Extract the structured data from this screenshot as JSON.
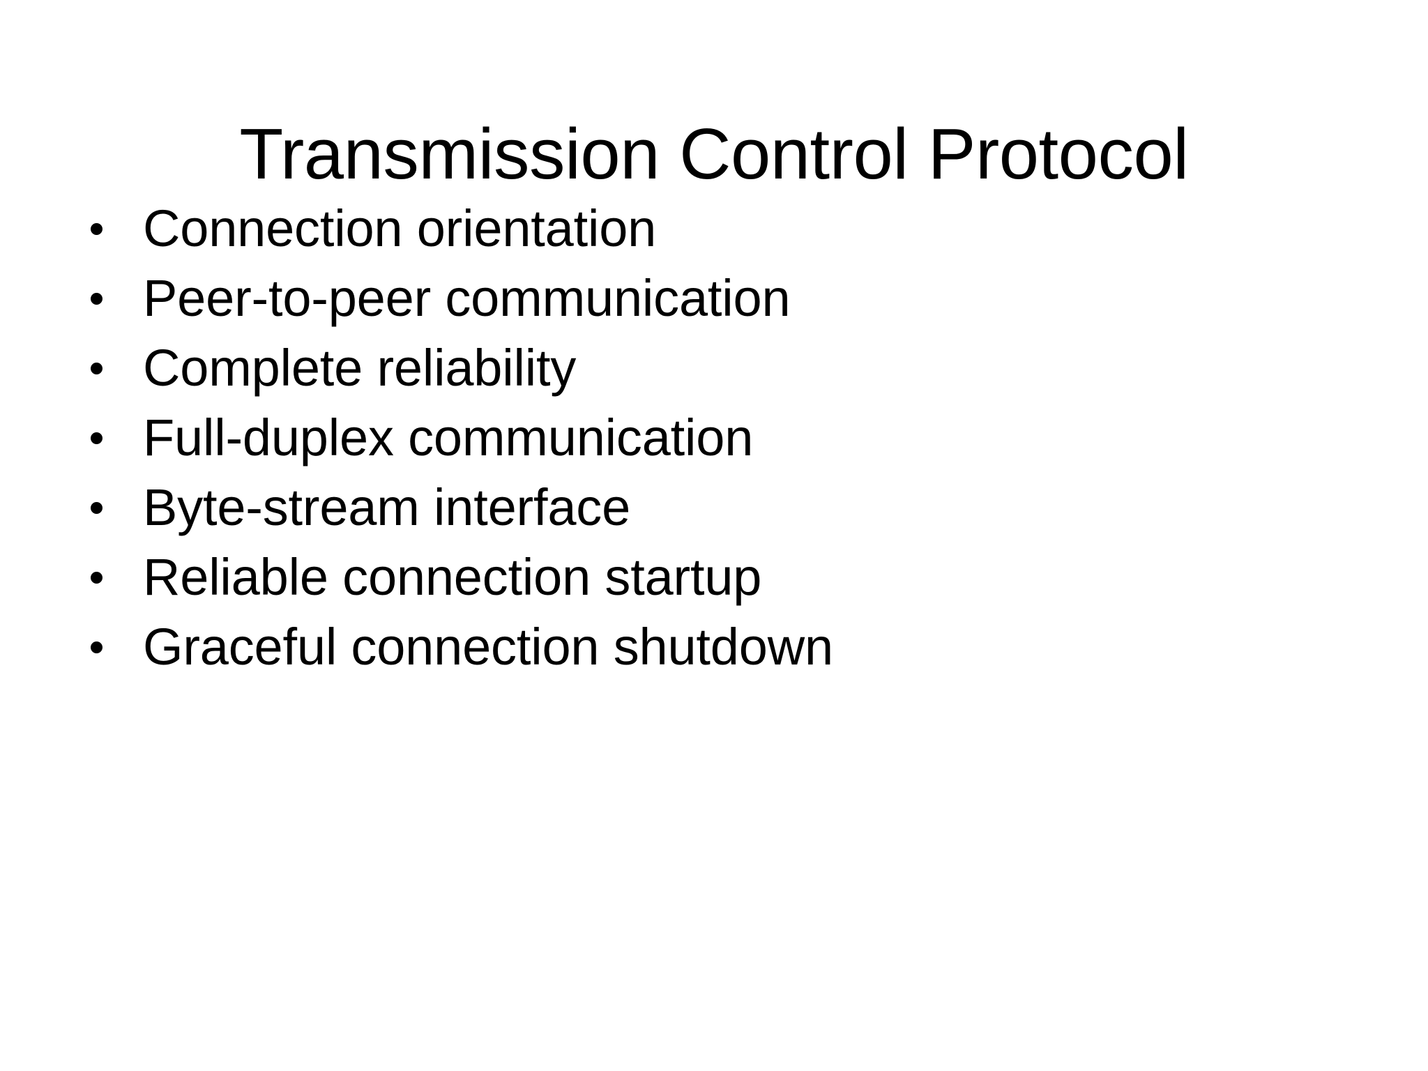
{
  "slide": {
    "title": "Transmission Control Protocol",
    "background_color": "#ffffff",
    "text_color": "#000000",
    "bullet_glyph": "•",
    "bullets": [
      {
        "label": "Connection orientation"
      },
      {
        "label": "Peer-to-peer communication"
      },
      {
        "label": "Complete reliability"
      },
      {
        "label": "Full-duplex communication"
      },
      {
        "label": "Byte-stream interface"
      },
      {
        "label": "Reliable connection startup"
      },
      {
        "label": "Graceful connection shutdown"
      }
    ]
  }
}
